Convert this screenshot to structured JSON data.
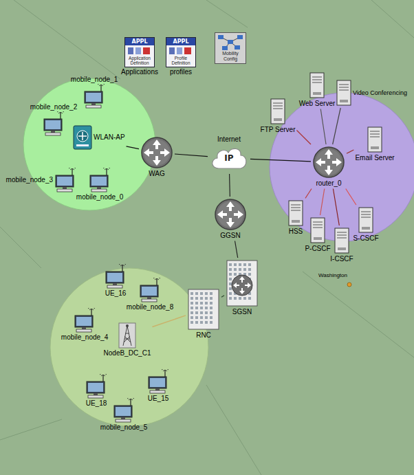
{
  "diagram": {
    "nodes": [
      {
        "text": [
          "APPL",
          "Application Definition",
          "Applications"
        ]
      },
      {
        "text": [
          "APPL",
          "Profile Definition",
          "profiles"
        ]
      },
      {
        "text": [
          "Mobility Config"
        ]
      },
      {
        "text": [
          "mobile_node_1"
        ]
      },
      {
        "text": [
          "mobile_node_2"
        ]
      },
      {
        "text": [
          "WLAN-AP"
        ]
      },
      {
        "text": [
          "mobile_node_3"
        ]
      },
      {
        "text": [
          "mobile_node_0"
        ]
      },
      {
        "text": [
          "WAG"
        ]
      },
      {
        "text": [
          "IP",
          "Internet"
        ]
      },
      {
        "text": [
          "FTP Server"
        ]
      },
      {
        "text": [
          "Web Server"
        ]
      },
      {
        "text": [
          "Video Conferencing"
        ]
      },
      {
        "text": [
          "Email Server"
        ]
      },
      {
        "text": [
          "router_0"
        ]
      },
      {
        "text": [
          "HSS"
        ]
      },
      {
        "text": [
          "P-CSCF"
        ]
      },
      {
        "text": [
          "I-CSCF"
        ]
      },
      {
        "text": [
          "S-CSCF"
        ]
      },
      {
        "text": [
          "GGSN"
        ]
      },
      {
        "text": [
          "SGSN"
        ]
      },
      {
        "text": [
          "RNC"
        ]
      },
      {
        "text": [
          "NodeB_DC_C1"
        ]
      },
      {
        "text": [
          "UE_16"
        ]
      },
      {
        "text": [
          "mobile_node_8"
        ]
      },
      {
        "text": [
          "mobile_node_4"
        ]
      },
      {
        "text": [
          "UE_18"
        ]
      },
      {
        "text": [
          "UE_15"
        ]
      },
      {
        "text": [
          "mobile_node_5"
        ]
      }
    ],
    "edges": [
      {
        "from": 5,
        "to": 8,
        "arrow": "none"
      },
      {
        "from": 8,
        "to": 9,
        "arrow": "none"
      },
      {
        "from": 9,
        "to": 14,
        "arrow": "none"
      },
      {
        "from": 9,
        "to": 19,
        "arrow": "none"
      },
      {
        "from": 19,
        "to": 20,
        "arrow": "none"
      },
      {
        "from": 20,
        "to": 21,
        "arrow": "none"
      },
      {
        "from": 21,
        "to": 22,
        "arrow": "none"
      },
      {
        "from": 14,
        "to": 10,
        "arrow": "none"
      },
      {
        "from": 14,
        "to": 11,
        "arrow": "none"
      },
      {
        "from": 14,
        "to": 12,
        "arrow": "none"
      },
      {
        "from": 14,
        "to": 13,
        "arrow": "none"
      },
      {
        "from": 14,
        "to": 15,
        "arrow": "none"
      },
      {
        "from": 14,
        "to": 16,
        "arrow": "none"
      },
      {
        "from": 14,
        "to": 17,
        "arrow": "none"
      },
      {
        "from": 14,
        "to": 18,
        "arrow": "none"
      }
    ],
    "labels": [
      "Washington"
    ]
  }
}
